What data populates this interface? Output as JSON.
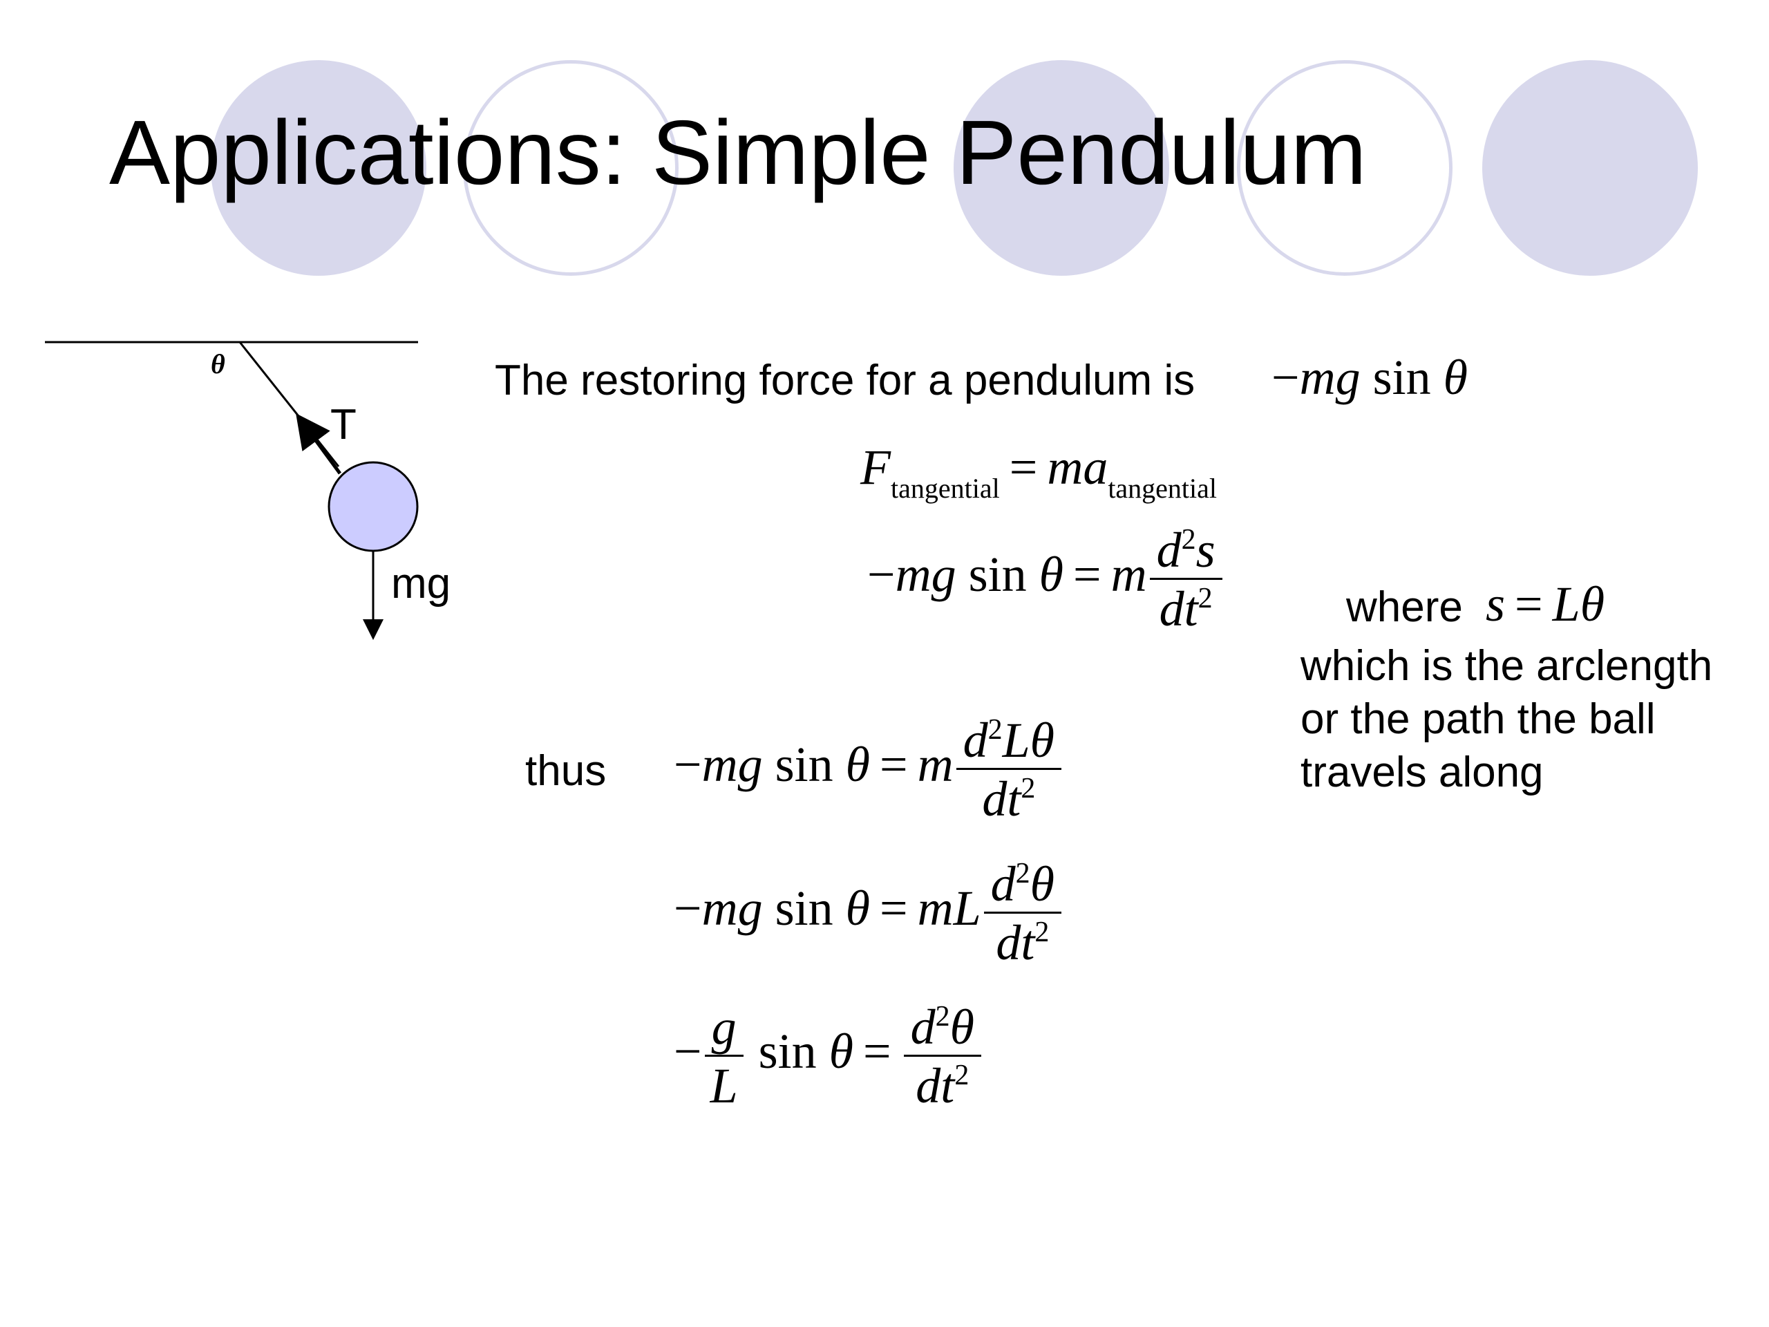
{
  "slide": {
    "title": "Applications: Simple Pendulum",
    "accent_color": "#d8d8ec",
    "bob_color": "#ccccff"
  },
  "diagram": {
    "angle_label": "θ",
    "tension_label": "T",
    "weight_label": "mg"
  },
  "text": {
    "restoring_intro": "The restoring force for a pendulum is",
    "thus": "thus",
    "where": "where",
    "arclength_line1": "which is the arclength",
    "arclength_line2": "or the path the ball",
    "arclength_line3": "travels along"
  },
  "symbols": {
    "minus": "−",
    "equals": "=",
    "theta": "θ",
    "sin": "sin",
    "m": "m",
    "g": "g",
    "L": "L",
    "s": "s",
    "F": "F",
    "a": "a",
    "d": "d",
    "dt": "dt",
    "two": "2",
    "tangential": "tangential"
  }
}
